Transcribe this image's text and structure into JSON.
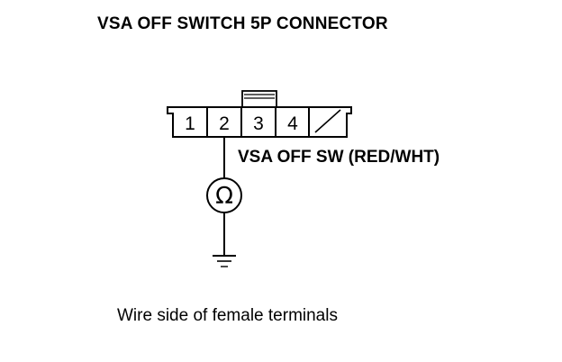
{
  "diagram": {
    "title": "VSA OFF SWITCH 5P CONNECTOR",
    "wire_label": "VSA OFF SW (RED/WHT)",
    "caption": "Wire side of female terminals",
    "connector": {
      "pins": [
        {
          "label": "1"
        },
        {
          "label": "2"
        },
        {
          "label": "3"
        },
        {
          "label": "4"
        },
        {
          "label": ""
        }
      ],
      "probe_pin": "2",
      "empty_cavity": 5
    },
    "meter": {
      "symbol": "Ω",
      "icon": "ohmmeter-icon"
    },
    "ground": {
      "icon": "ground-icon"
    }
  }
}
